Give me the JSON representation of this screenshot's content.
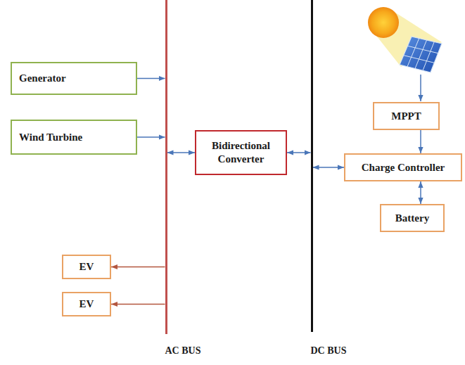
{
  "diagram": {
    "nodes": [
      {
        "text": [
          "Generator"
        ]
      },
      {
        "text": [
          "Wind Turbine"
        ]
      },
      {
        "text": [
          "AC BUS"
        ]
      },
      {
        "text": [
          "Bidirectional Converter"
        ]
      },
      {
        "text": [
          "DC BUS"
        ]
      },
      {
        "text": [
          "MPPT"
        ]
      },
      {
        "text": [
          "Charge Controller"
        ]
      },
      {
        "text": [
          "Battery"
        ]
      },
      {
        "text": [
          "EV"
        ]
      },
      {
        "text": [
          "EV"
        ]
      }
    ],
    "edges": [
      {
        "from": 0,
        "to": 2,
        "arrow": "to"
      },
      {
        "from": 1,
        "to": 2,
        "arrow": "to"
      },
      {
        "from": 2,
        "to": 3,
        "arrow": "both"
      },
      {
        "from": 3,
        "to": 4,
        "arrow": "both"
      },
      {
        "from": 4,
        "to": 6,
        "arrow": "both"
      },
      {
        "from": 5,
        "to": 6,
        "arrow": "to"
      },
      {
        "from": 6,
        "to": 7,
        "arrow": "both"
      },
      {
        "from": 2,
        "to": 8,
        "arrow": "to"
      },
      {
        "from": 2,
        "to": 9,
        "arrow": "to"
      }
    ]
  }
}
